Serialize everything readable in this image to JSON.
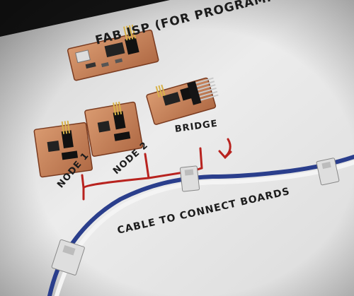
{
  "image": {
    "description_type": "photo",
    "annotations": {
      "fabisp": "FAB ISP (FOR PROGRAMMING)",
      "bridge": "BRIDGE",
      "node1": "NODE 1",
      "node2": "NODE 2",
      "cable": "CABLE TO CONNECT BOARDS"
    },
    "colors": {
      "paper": "#e9e9e9",
      "pcb_copper": "#c7835a",
      "pcb_dark": "#8a4a2a",
      "marker_red": "#b8231f",
      "ink": "#1c1c1c",
      "cable_blue": "#2a3e8c",
      "cable_white": "#f4f4f4",
      "connector": "#dcdcdc"
    }
  }
}
